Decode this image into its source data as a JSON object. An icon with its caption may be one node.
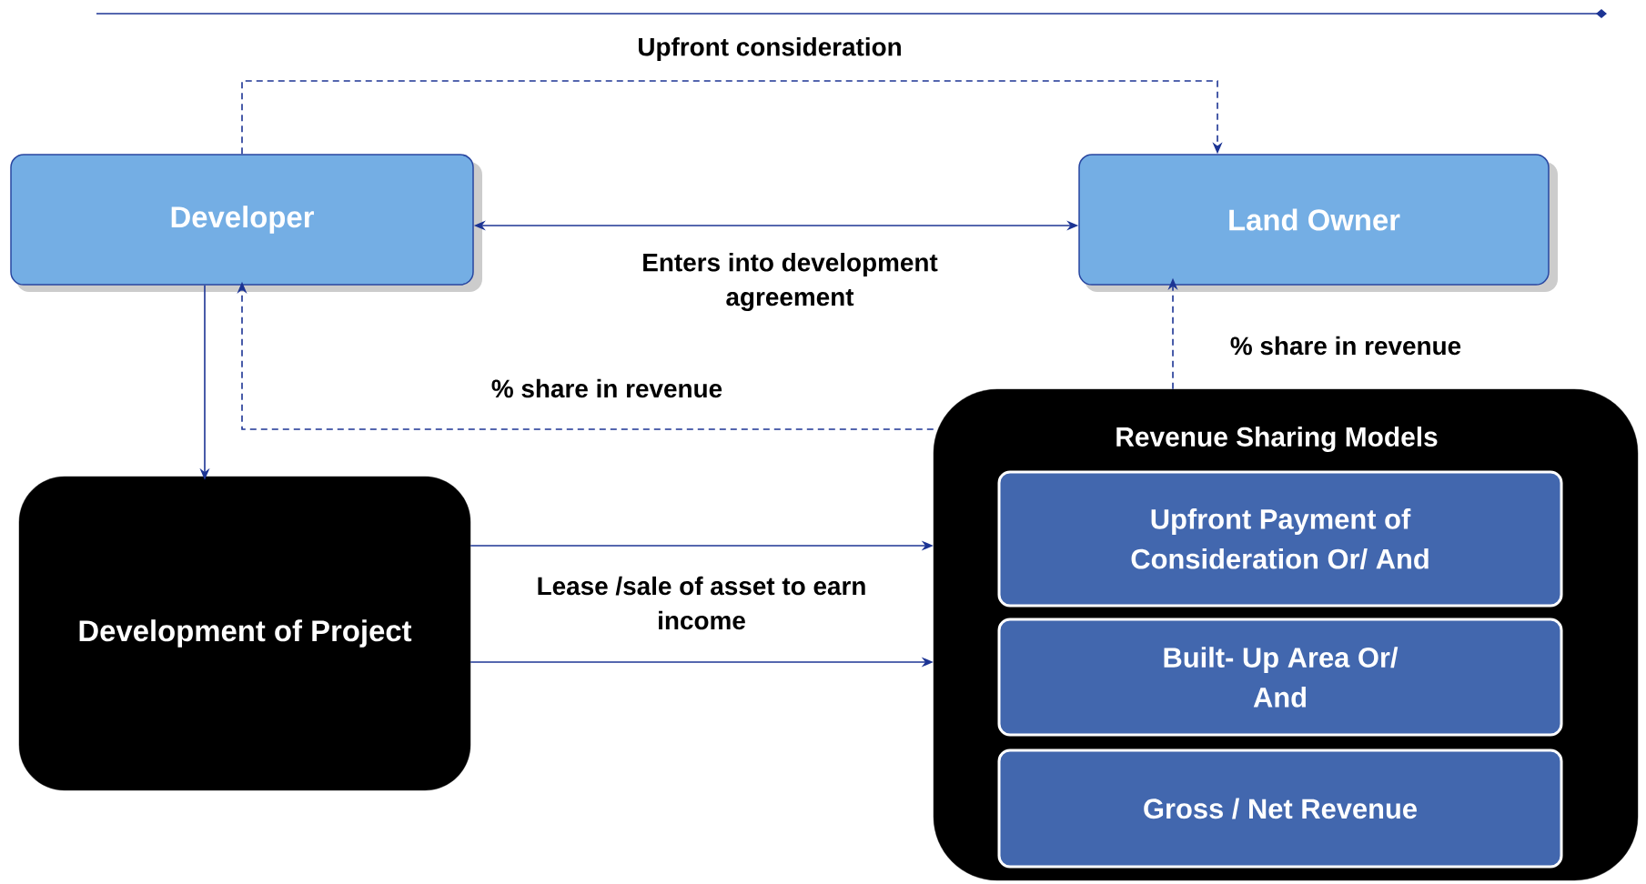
{
  "diagram": {
    "nodes": [
      {
        "text": [
          "Developer"
        ]
      },
      {
        "text": [
          "Land Owner"
        ]
      },
      {
        "text": [
          "Development of Project"
        ]
      },
      {
        "text": [
          "Revenue Sharing Models"
        ]
      },
      {
        "text": [
          "Upfront Payment of Consideration Or/ And"
        ],
        "in": 3
      },
      {
        "text": [
          "Built- Up Area Or/ And"
        ],
        "in": 3
      },
      {
        "text": [
          "Gross / Net Revenue"
        ],
        "in": 3
      }
    ],
    "edges": [
      {
        "from": 0,
        "to": 1,
        "arrow": "both",
        "label": "Enters into development agreement"
      },
      {
        "from": 0,
        "to": 1,
        "arrow": "to",
        "style": "dashed",
        "label": "Upfront consideration"
      },
      {
        "from": 0,
        "to": 2,
        "arrow": "to"
      },
      {
        "from": 3,
        "to": 0,
        "arrow": "to",
        "style": "dashed",
        "label": "% share in revenue"
      },
      {
        "from": 3,
        "to": 1,
        "arrow": "to",
        "style": "dashed",
        "label": "% share in revenue"
      },
      {
        "from": 2,
        "to": 3,
        "arrow": "to",
        "label": "Lease /sale of asset to earn income"
      },
      {
        "from": 2,
        "to": 3,
        "arrow": "to"
      }
    ]
  }
}
